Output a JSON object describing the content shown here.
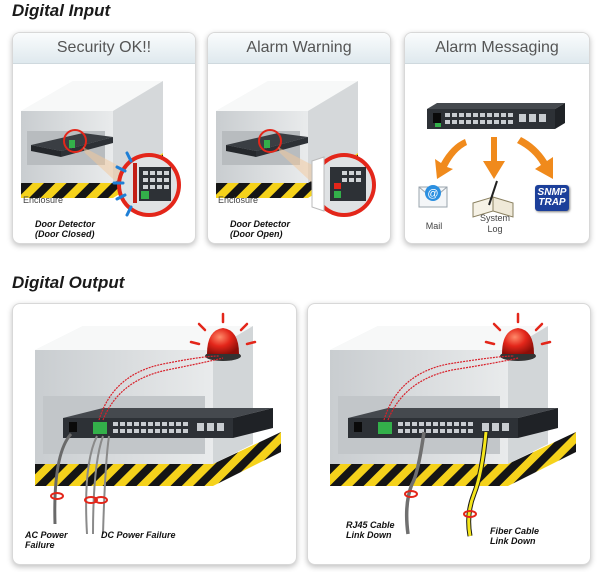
{
  "digital_input": {
    "title": "Digital Input",
    "panels": [
      {
        "header": "Security OK!!",
        "enclosure": "Enclosure",
        "detector_line1": "Door Detector",
        "detector_line2": "(Door Closed)"
      },
      {
        "header": "Alarm Warning",
        "enclosure": "Enclosure",
        "detector_line1": "Door Detector",
        "detector_line2": "(Door Open)"
      },
      {
        "header": "Alarm Messaging",
        "mail": "Mail",
        "system_log_line1": "System",
        "system_log_line2": "Log",
        "snmp_line1": "SNMP",
        "snmp_line2": "TRAP"
      }
    ]
  },
  "digital_output": {
    "title": "Digital Output",
    "left": {
      "ac_line1": "AC Power",
      "ac_line2": "Failure",
      "dc": "DC Power Failure"
    },
    "right": {
      "rj45_line1": "RJ45 Cable",
      "rj45_line2": "Link Down",
      "fiber_line1": "Fiber Cable",
      "fiber_line2": "Link Down"
    }
  },
  "colors": {
    "orange_arrow": "#f08a1c",
    "snmp_badge": "#1c3f9a",
    "hazard_yellow": "#f5d21b",
    "alarm_red": "#e3261a",
    "switch_body": "#2d3136"
  }
}
